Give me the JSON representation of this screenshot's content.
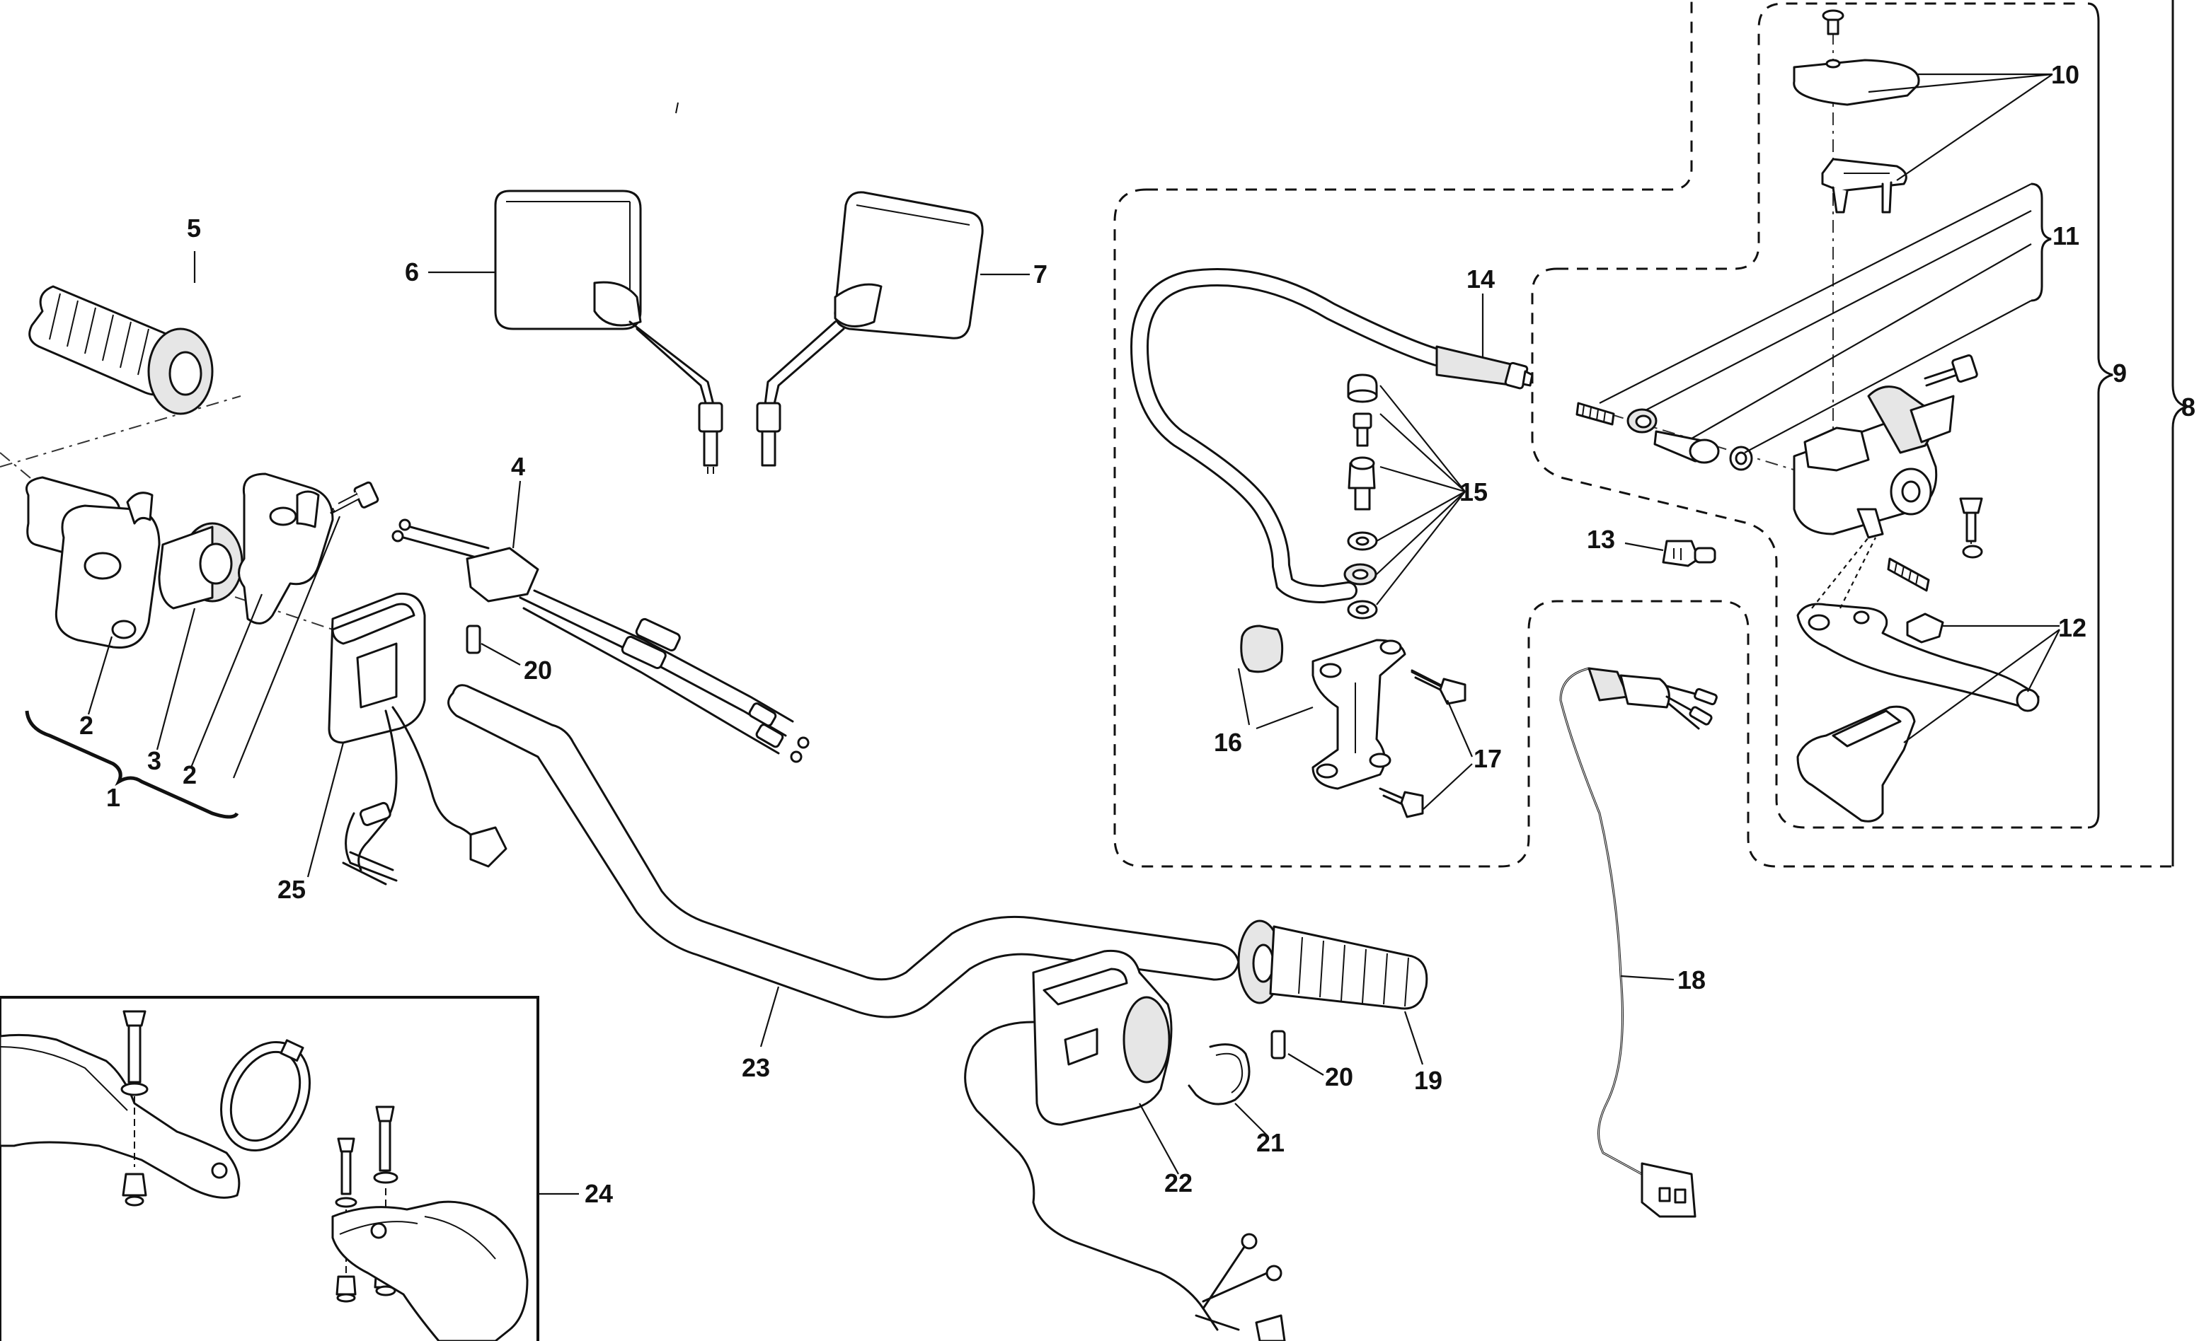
{
  "diagram": {
    "callouts": {
      "c1": "1",
      "c2a": "2",
      "c2b": "2",
      "c3": "3",
      "c4": "4",
      "c5": "5",
      "c6": "6",
      "c7": "7",
      "c8": "8",
      "c9": "9",
      "c10": "10",
      "c11": "11",
      "c12": "12",
      "c13": "13",
      "c14": "14",
      "c15": "15",
      "c16": "16",
      "c17": "17",
      "c18": "18",
      "c19": "19",
      "c20a": "20",
      "c20b": "20",
      "c21": "21",
      "c22": "22",
      "c23": "23",
      "c24": "24",
      "c25": "25"
    },
    "colors": {
      "line": "#111111",
      "shade": "#e6e6e6",
      "background": "#ffffff"
    }
  }
}
